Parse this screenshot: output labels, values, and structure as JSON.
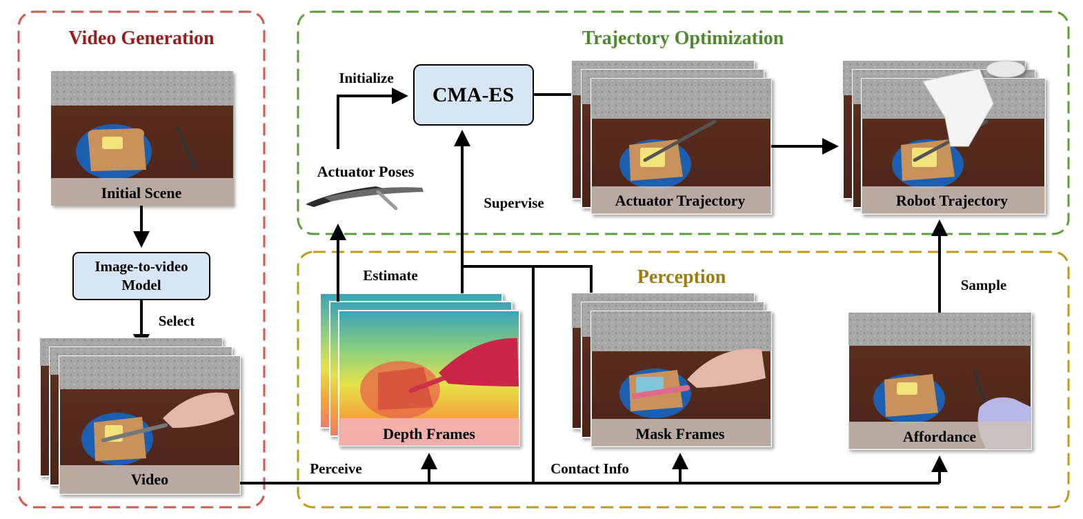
{
  "sections": {
    "video_generation": "Video Generation",
    "trajectory_optimization": "Trajectory Optimization",
    "perception": "Perception"
  },
  "nodes": {
    "initial_scene": "Initial Scene",
    "image_to_video_line1": "Image-to-video",
    "image_to_video_line2": "Model",
    "video": "Video",
    "cma_es": "CMA-ES",
    "actuator_poses": "Actuator Poses",
    "actuator_trajectory": "Actuator Trajectory",
    "robot_trajectory": "Robot Trajectory",
    "depth_frames": "Depth Frames",
    "mask_frames": "Mask Frames",
    "affordance": "Affordance"
  },
  "edges": {
    "select": "Select",
    "initialize": "Initialize",
    "supervise": "Supervise",
    "estimate": "Estimate",
    "sample": "Sample",
    "perceive": "Perceive",
    "contact_info": "Contact Info"
  },
  "colors": {
    "video_generation": "#d9534f",
    "trajectory_optimization": "#5a9e3a",
    "perception": "#c09a14",
    "box_fill": "#d6e6f4",
    "wall": "#a9a9a9",
    "table": "#5a2e20",
    "plate": "#1f5fb0",
    "toast": "#c8925a",
    "butter": "#f2e27a",
    "caption_strip": "#ccc2ba"
  }
}
